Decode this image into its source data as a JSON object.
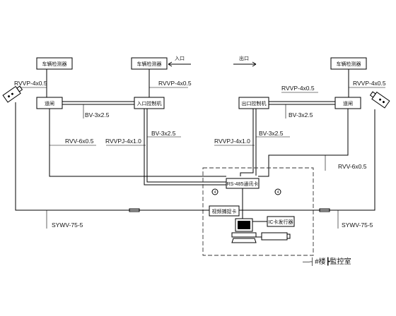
{
  "detector_left": "车辆检测器",
  "detector_mid": "车辆检测器",
  "detector_right": "车辆检测器",
  "barrier_left": "道闸",
  "barrier_right": "道闸",
  "entry_controller": "入口控制机",
  "exit_controller": "出口控制机",
  "entry_label": "入口",
  "exit_label": "出口",
  "rs485_card": "RS-485通讯卡",
  "video_card": "视频捕捉卡",
  "ic_card_reader": "IC卡发行器",
  "room_label": "—┤#楼┣監控室",
  "marker_left": "4",
  "marker_right": "4",
  "cables": {
    "rvvp_top_left": "RVVP-4x0.5",
    "rvvp_top_mid": "RVVP-4x0.5",
    "rvvp_top_right1": "RVVP-4x0.5",
    "rvvp_top_right2": "RVVP-4x0.5",
    "bv_left": "BV-3x2.5",
    "bv_right": "BV-3x2.5",
    "bv_mid_left": "BV-3x2.5",
    "bv_mid_right": "BV-3x2.5",
    "rvv_left": "RVV-6x0.5",
    "rvv_right": "RVV-6x0.5",
    "rvvpj_left": "RVVPJ-4x1.0",
    "rvvpj_right": "RVVPJ-4x1.0",
    "sywv_left": "SYWV-75-5",
    "sywv_right": "SYWV-75-5"
  }
}
